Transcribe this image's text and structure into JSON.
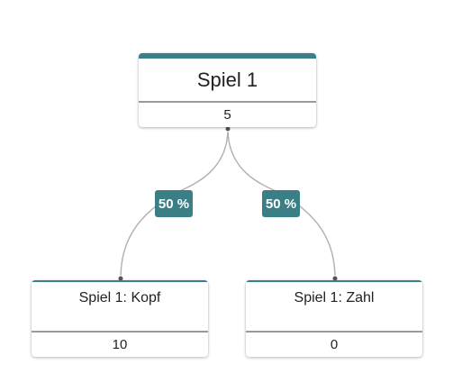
{
  "root": {
    "title": "Spiel 1",
    "value": "5"
  },
  "children": [
    {
      "title": "Spiel 1: Kopf",
      "value": "10",
      "probability": "50 %"
    },
    {
      "title": "Spiel 1: Zahl",
      "value": "0",
      "probability": "50 %"
    }
  ],
  "colors": {
    "accent": "#3a8088",
    "badge": "#3a7f86",
    "edge": "#b0b0b0"
  }
}
